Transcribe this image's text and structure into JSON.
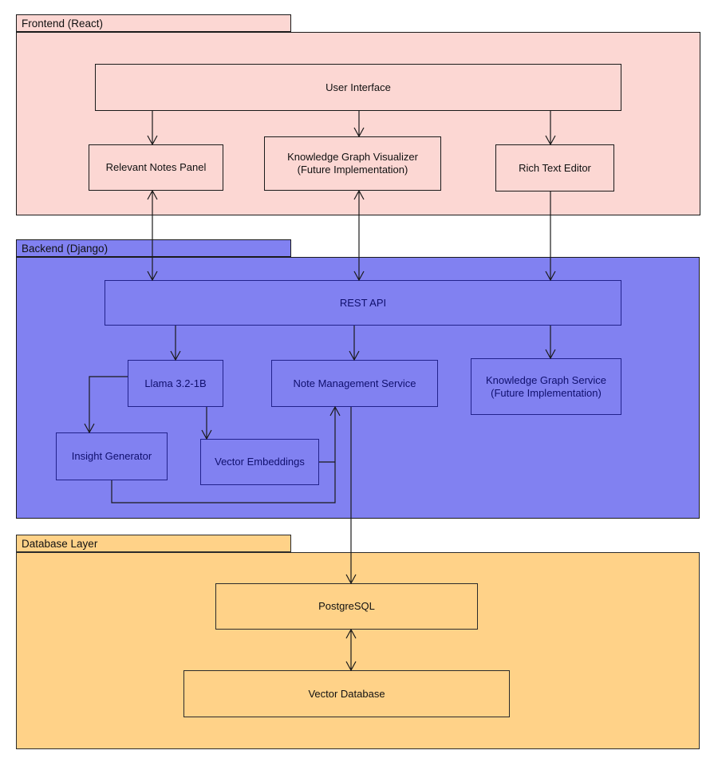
{
  "sections": {
    "frontend": {
      "tab": "Frontend (React)"
    },
    "backend": {
      "tab": "Backend (Django)"
    },
    "database": {
      "tab": "Database Layer"
    }
  },
  "nodes": {
    "user_interface": "User Interface",
    "relevant_notes_panel": "Relevant Notes Panel",
    "knowledge_graph_visualizer": "Knowledge Graph Visualizer\n(Future Implementation)",
    "rich_text_editor": "Rich Text Editor",
    "rest_api": "REST API",
    "llama": "Llama 3.2-1B",
    "note_management_service": "Note Management Service",
    "knowledge_graph_service": "Knowledge Graph Service\n(Future Implementation)",
    "insight_generator": "Insight Generator",
    "vector_embeddings": "Vector Embeddings",
    "postgresql": "PostgreSQL",
    "vector_database": "Vector Database"
  },
  "colors": {
    "frontend_fill": "#fcd7d3",
    "backend_fill": "#8181f1",
    "database_fill": "#ffd288",
    "frontend_border": "#1a1a1a",
    "backend_border": "#1a1a1a",
    "database_border": "#2b2b2b",
    "backend_node_border": "#22228c",
    "backend_text": "#10106e",
    "frontend_text": "#111111",
    "database_text": "#111111",
    "edge": "#1a1a1a"
  }
}
